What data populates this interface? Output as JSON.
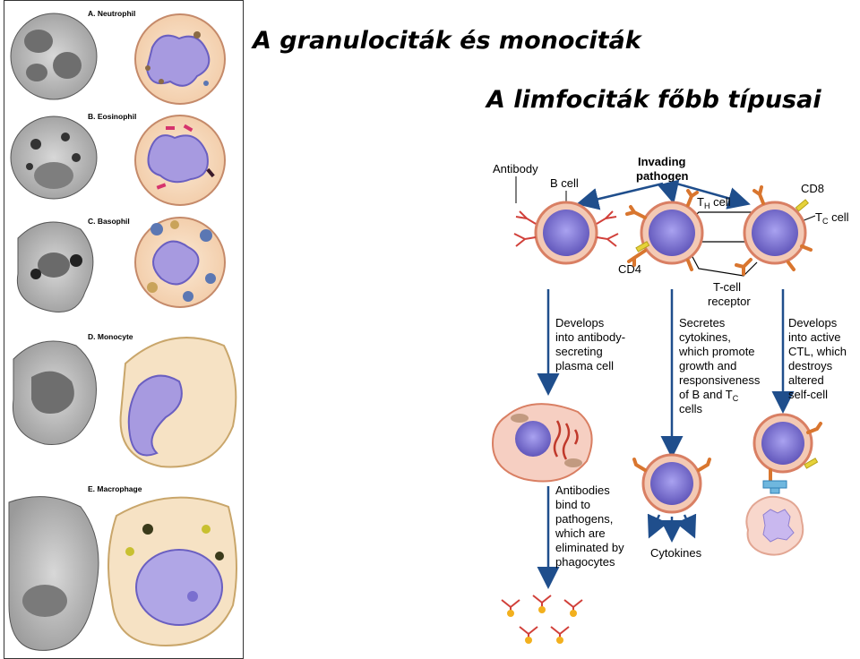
{
  "titles": {
    "main": "A granulociták és monociták",
    "secondary": "A limfociták főbb típusai"
  },
  "cell_panels": [
    {
      "label": "A. Neutrophil"
    },
    {
      "label": "B. Eosinophil"
    },
    {
      "label": "C. Basophil"
    },
    {
      "label": "D. Monocyte"
    },
    {
      "label": "E. Macrophage"
    }
  ],
  "diagram": {
    "pathogen_line1": "Invading",
    "pathogen_line2": "pathogen",
    "antibody": "Antibody",
    "b_cell": "B cell",
    "th_cell_main": "T",
    "th_cell_sub": "H",
    "th_cell_rest": " cell",
    "cd8": "CD8",
    "tc_cell_main": "T",
    "tc_cell_sub": "C",
    "tc_cell_rest": " cell",
    "cd4": "CD4",
    "tcr_line1": "T-cell",
    "tcr_line2": "receptor",
    "b_text": [
      "Develops",
      "into antibody-",
      "secreting",
      "plasma cell"
    ],
    "th_text": [
      "Secretes",
      "cytokines,",
      "which promote",
      "growth and",
      "responsiveness",
      "of B and T",
      "cells"
    ],
    "th_text_sub": "C",
    "tc_text": [
      "Develops",
      "into active",
      "CTL, which",
      "destroys",
      "altered",
      "self-cell"
    ],
    "ab_text": [
      "Antibodies",
      "bind to",
      "pathogens,",
      "which are",
      "eliminated by",
      "phagocytes"
    ],
    "cytokines": "Cytokines"
  },
  "colors": {
    "arrow": "#1f4e8c",
    "cell_nucleus": "#6a5fc1",
    "cell_membrane": "#e8a08a",
    "receptor": "#d9762f",
    "cd_marker": "#e6d23a"
  }
}
